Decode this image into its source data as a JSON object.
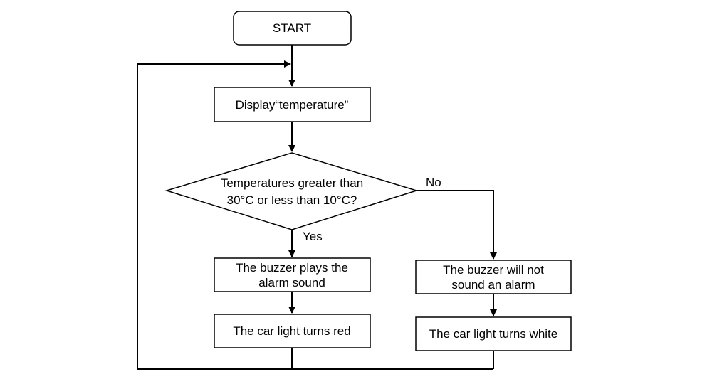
{
  "flowchart": {
    "start": "START",
    "display": "Display“temperature”",
    "decision_line1": "Temperatures greater than",
    "decision_line2": "30°C or less than 10°C?",
    "label_yes": "Yes",
    "label_no": "No",
    "buzzer_alarm_line1": "The buzzer plays the",
    "buzzer_alarm_line2": "alarm sound",
    "light_red": "The car light turns red",
    "buzzer_silent_line1": "The buzzer will not",
    "buzzer_silent_line2": "sound an alarm",
    "light_white": "The car light turns white"
  }
}
